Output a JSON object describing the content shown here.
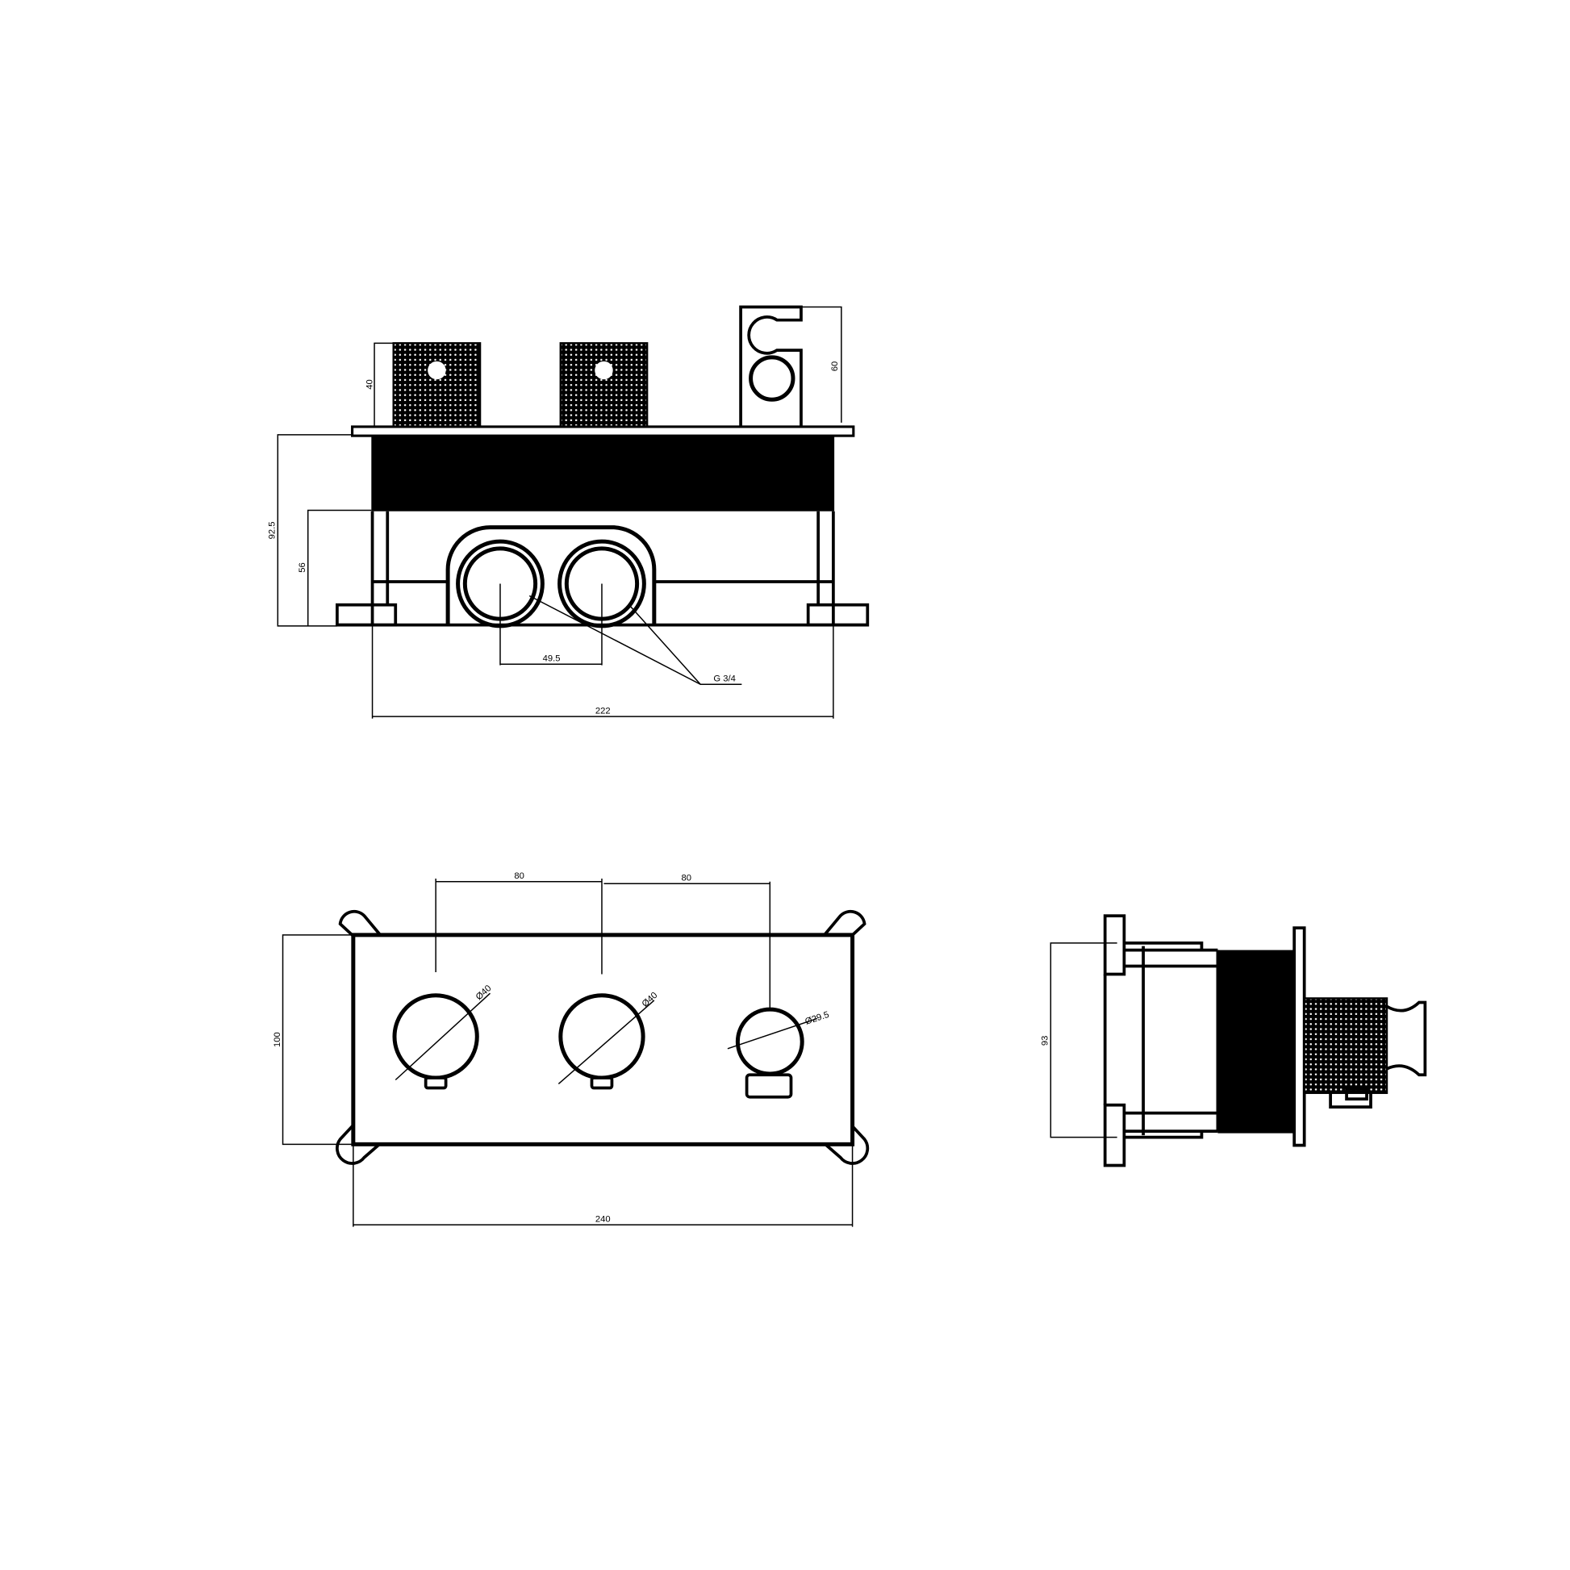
{
  "drawing": {
    "views": [
      "top-view",
      "front-view",
      "side-view"
    ],
    "top_view": {
      "dim_knob_height": "40",
      "dim_handset_holder_height": "60",
      "dim_total_height": "92.5",
      "dim_body_height": "56",
      "dim_inlet_spacing": "49.5",
      "dim_inlet_thread": "G 3/4",
      "dim_body_width": "222"
    },
    "front_view": {
      "dim_spacing_left": "80",
      "dim_spacing_right": "80",
      "dim_knob1_diameter": "Ø40",
      "dim_knob2_diameter": "Ø40",
      "dim_outlet_diameter": "Ø29.5",
      "dim_plate_height": "100",
      "dim_plate_width": "240"
    },
    "side_view": {
      "dim_height": "93"
    },
    "colors": {
      "line": "#000000",
      "background": "#ffffff"
    }
  }
}
